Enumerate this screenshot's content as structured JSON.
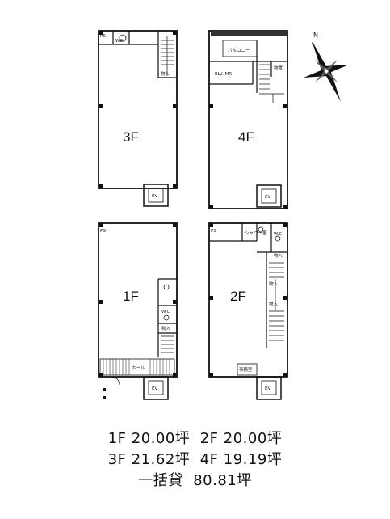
{
  "floors": {
    "f3": {
      "label": "3F",
      "ps": "PS",
      "wc": "WC",
      "storage": "物入",
      "ev": "EV"
    },
    "f4": {
      "label": "4F",
      "balcony": "バルコニー",
      "elv_mr": "ELV. MR",
      "warehouse": "物置",
      "ev": "EV"
    },
    "f1": {
      "label": "1F",
      "ps": "PS",
      "wc": "W.C",
      "storage": "物入",
      "hall": "ホール",
      "ev": "EV"
    },
    "f2": {
      "label": "2F",
      "ps": "PS",
      "shower": "シャワー室",
      "wc": "W.C",
      "storage1": "物入",
      "storage2": "物入",
      "storage3": "物入",
      "office": "事務室",
      "ev": "EV"
    }
  },
  "compass": {
    "north": "N"
  },
  "areas": {
    "line1": "1F 20.00坪  2F 20.00坪",
    "line2": "3F 21.62坪  4F 19.19坪",
    "line3": "一括貸  80.81坪"
  }
}
